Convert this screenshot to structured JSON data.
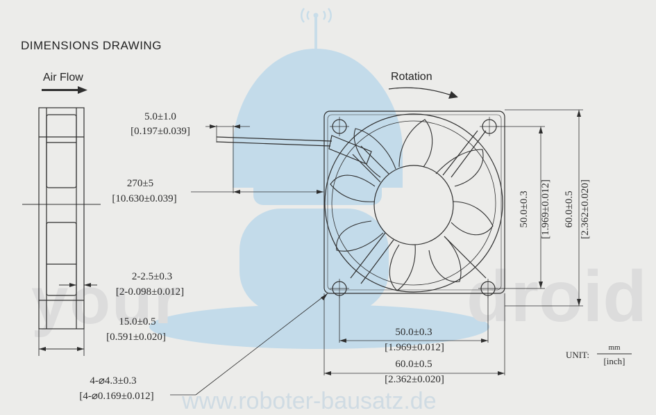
{
  "header": {
    "title": "DIMENSIONS DRAWING"
  },
  "labels": {
    "airflow": "Air Flow",
    "rotation": "Rotation"
  },
  "dims": {
    "cable_lead": {
      "mm": "5.0±1.0",
      "inch": "[0.197±0.039]"
    },
    "cable_length": {
      "mm": "270±5",
      "inch": "[10.630±0.039]"
    },
    "clip": {
      "mm": "2-2.5±0.3",
      "inch": "[2-0.098±0.012]"
    },
    "thickness": {
      "mm": "15.0±0.5",
      "inch": "[0.591±0.020]"
    },
    "holes": {
      "mm": "4-⌀4.3±0.3",
      "inch": "[4-⌀0.169±0.012]"
    },
    "hole_pitch_h": {
      "mm": "50.0±0.3",
      "inch": "[1.969±0.012]"
    },
    "frame_h": {
      "mm": "60.0±0.5",
      "inch": "[2.362±0.020]"
    },
    "hole_pitch_v": {
      "mm": "50.0±0.3",
      "inch": "[1.969±0.012]"
    },
    "frame_v": {
      "mm": "60.0±0.5",
      "inch": "[2.362±0.020]"
    }
  },
  "unit": {
    "label": "UNIT:",
    "top": "mm",
    "bottom": "[inch]"
  },
  "watermark": {
    "url": "www.roboter-bausatz.de",
    "left_word": "your",
    "right_word": "droid"
  },
  "colors": {
    "background": "#ececea",
    "line": "#2e2e2e",
    "watermark": "#bcd6e6",
    "watermark_text": "#d3d3d3"
  }
}
